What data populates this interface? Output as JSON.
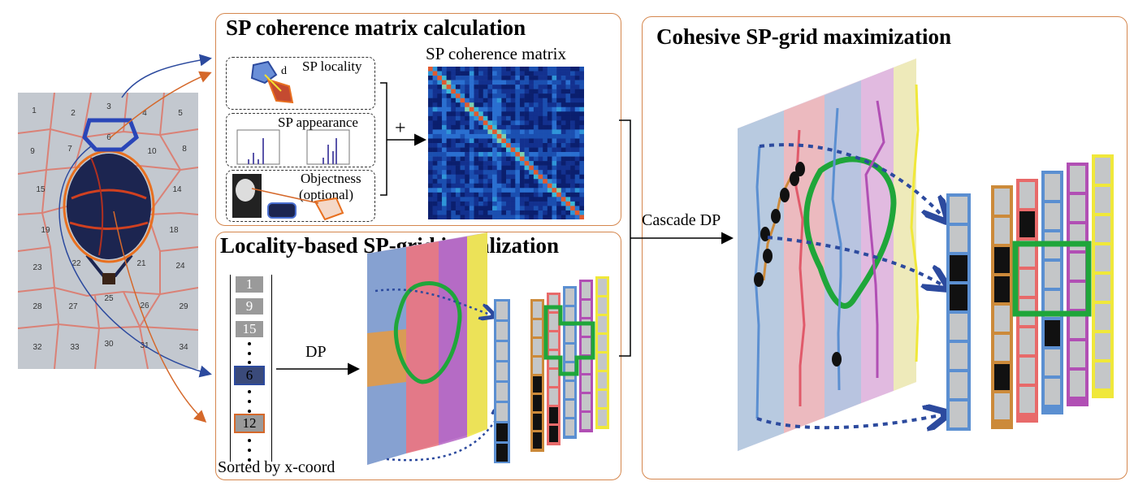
{
  "panels": {
    "coherence_title": "SP coherence matrix calculation",
    "init_title": "Locality-based SP-grid initialization",
    "maximize_title": "Cohesive SP-grid maximization"
  },
  "labels": {
    "matrix": "SP coherence matrix",
    "locality": "SP locality",
    "locality_d": "d",
    "appearance": "SP appearance",
    "objectness_1": "Objectness",
    "objectness_2": "(optional)",
    "plus": "+",
    "dp": "DP",
    "cascade_dp": "Cascade DP",
    "sorted": "Sorted by x-coord"
  },
  "balloon_ids": [
    "1",
    "2",
    "3",
    "4",
    "5",
    "9",
    "7",
    "6",
    "10",
    "8",
    "15",
    "14",
    "19",
    "18",
    "23",
    "22",
    "21",
    "24",
    "25",
    "28",
    "27",
    "26",
    "29",
    "32",
    "33",
    "30",
    "31",
    "34"
  ],
  "sorted_list": [
    "1",
    "9",
    "15",
    "6",
    "12"
  ],
  "colors": {
    "panel_border": "#d5874e",
    "blue_arrow": "#2c4a9e",
    "orange_arrow": "#d5682a",
    "grid_green": "#1fa63a",
    "col_orange": "#cc8a3a",
    "col_red": "#e86a6a",
    "col_blue": "#5b8fd1",
    "col_purple": "#b14fb4",
    "col_yellow": "#f0e83a"
  }
}
